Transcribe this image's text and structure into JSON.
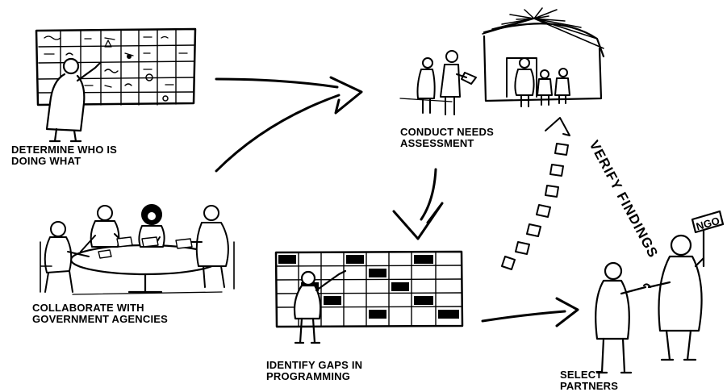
{
  "steps": {
    "who_doing_what": {
      "line1": "DETERMINE WHO IS",
      "line2": "DOING WHAT"
    },
    "needs_assessment": {
      "line1": "CONDUCT NEEDS",
      "line2": "ASSESSMENT"
    },
    "collaborate": {
      "line1": "COLLABORATE WITH",
      "line2": "GOVERNMENT AGENCIES"
    },
    "identify_gaps": {
      "line1": "IDENTIFY GAPS IN",
      "line2": "PROGRAMMING"
    },
    "select_partners": {
      "line1": "SELECT",
      "line2": "PARTNERS"
    }
  },
  "verify_label": "VERIFY FINDINGS",
  "sign_text": "NGO",
  "colors": {
    "ink": "#000000",
    "background": "#ffffff"
  }
}
